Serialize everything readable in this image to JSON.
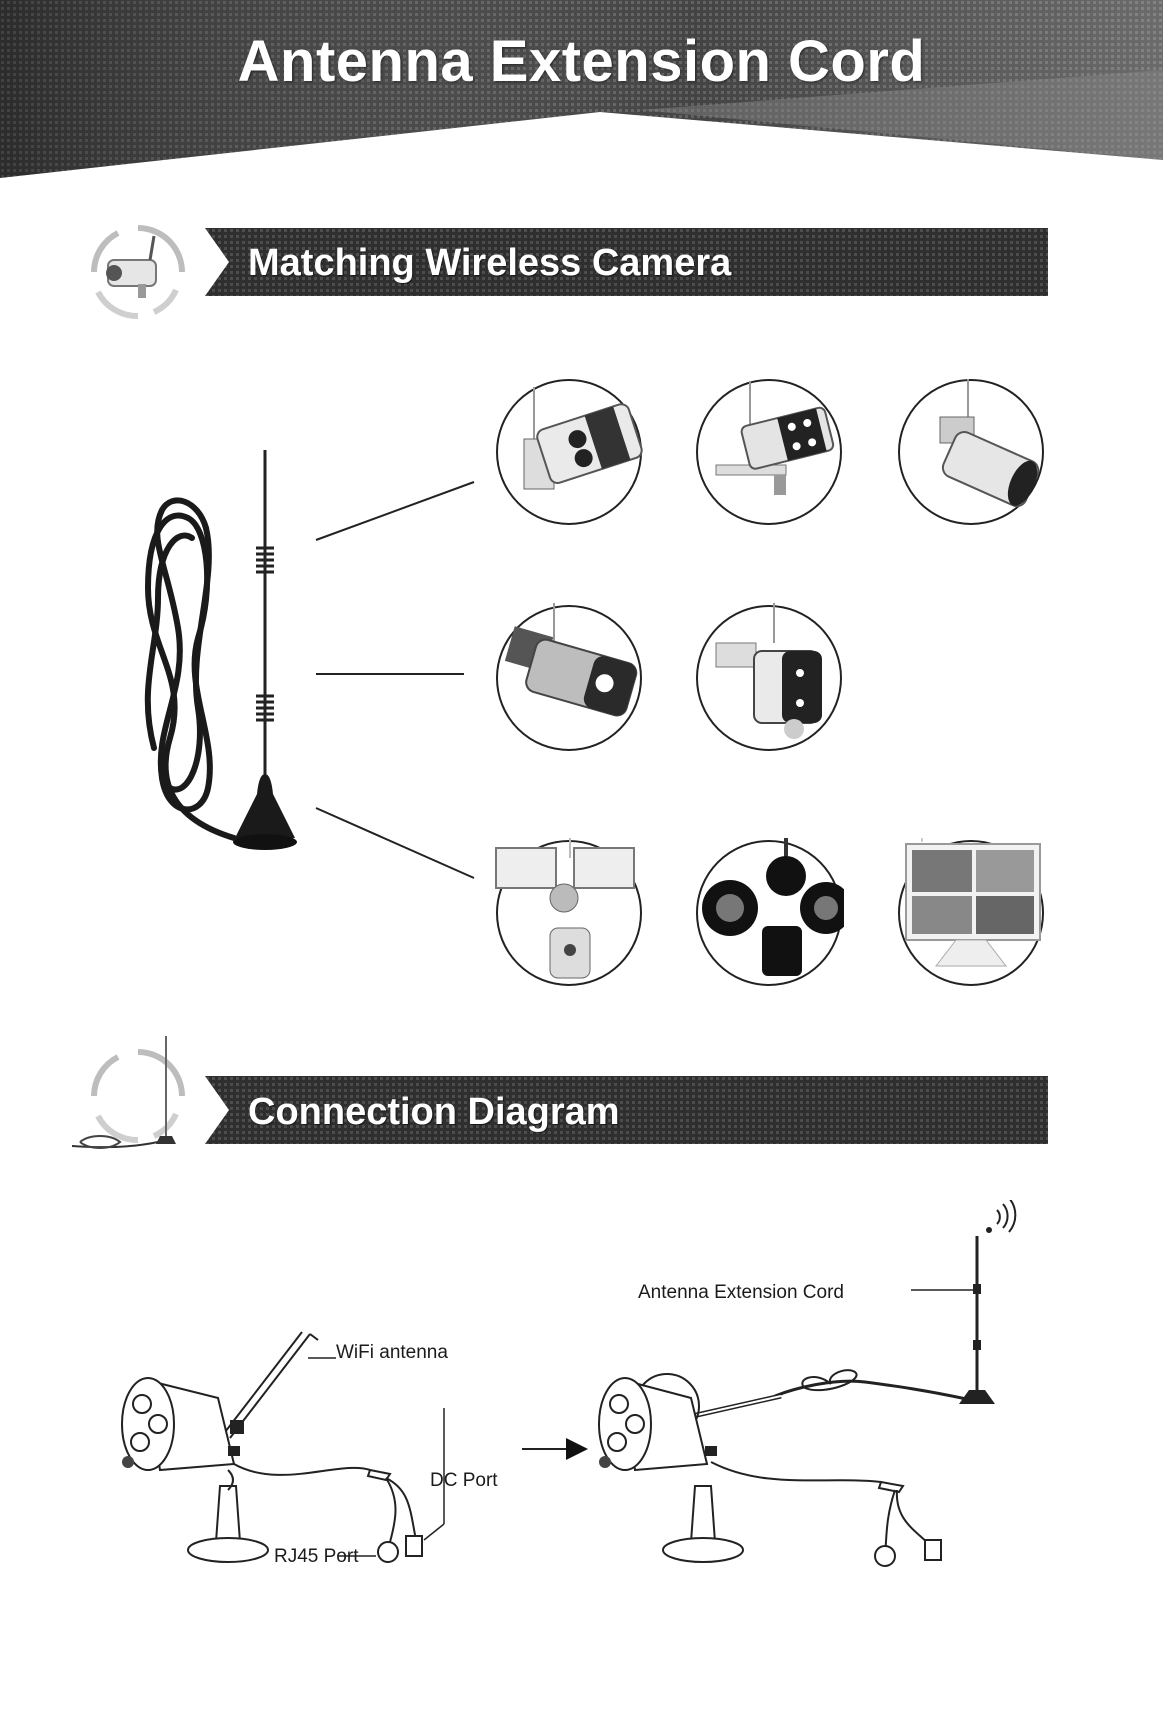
{
  "header": {
    "title": "Antenna Extension Cord"
  },
  "sections": {
    "matching": {
      "title": "Matching Wireless Camera"
    },
    "connection": {
      "title": "Connection Diagram"
    }
  },
  "cameras": [
    {
      "icon": "bullet-camera-dual-led-icon"
    },
    {
      "icon": "bullet-camera-ir-bracket-icon"
    },
    {
      "icon": "bullet-camera-side-icon"
    },
    {
      "icon": "bullet-camera-spotlight-icon"
    },
    {
      "icon": "bullet-camera-black-front-icon"
    },
    {
      "icon": "floodlight-camera-white-icon"
    },
    {
      "icon": "floodlight-camera-black-icon"
    },
    {
      "icon": "nvr-monitor-icon"
    }
  ],
  "diagram": {
    "wifi_antenna": "WiFi antenna",
    "dc_port": "DC Port",
    "rj45_port": "RJ45 Port",
    "antenna_extension_cord": "Antenna Extension Cord"
  },
  "colors": {
    "banner_dark": "#2e2e2e",
    "banner_mid": "#6d6d6d",
    "bar": "#3a3a3a",
    "ink": "#1b1b1b"
  }
}
